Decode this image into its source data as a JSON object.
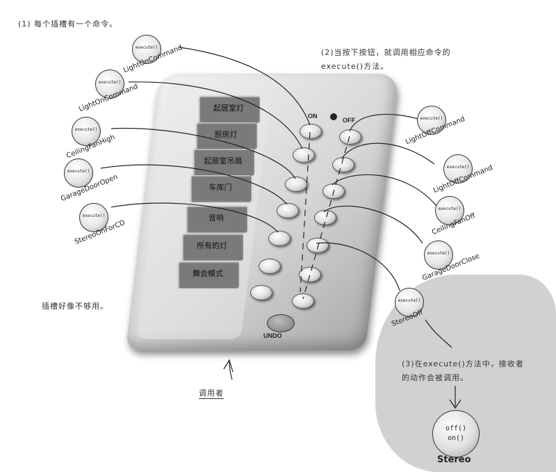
{
  "notes": {
    "note1": "(1) 每个插槽有一个命令。",
    "note2_line1": "(2)当按下按钮，就调用相应命令的",
    "note2_line2": "execute()方法。",
    "note3_line1": "(3)在execute()方法中，接收者",
    "note3_line2": "的动作会被调用。",
    "unused_slots": "插槽好像不够用。",
    "invoker": "调用者"
  },
  "remote": {
    "on_label": "ON",
    "off_label": "OFF",
    "undo_label": "UNDO",
    "slots": [
      "起居室灯",
      "厨房灯",
      "起居室吊扇",
      "车库门",
      "音响",
      "所有的灯",
      "舞会模式"
    ]
  },
  "commands_left": [
    {
      "method": "execute()",
      "name": "LightOnCommand"
    },
    {
      "method": "execute()",
      "name": "LightOnCommand"
    },
    {
      "method": "execute()",
      "name": "CeilingFanHigh"
    },
    {
      "method": "execute()",
      "name": "GarageDoorOpen"
    },
    {
      "method": "execute()",
      "name": "StereoOnForCD"
    }
  ],
  "commands_right": [
    {
      "method": "execute()",
      "name": "LightOffCommand"
    },
    {
      "method": "execute()",
      "name": "LightOffCommand"
    },
    {
      "method": "execute()",
      "name": "CeilingFanOff"
    },
    {
      "method": "execute()",
      "name": "GarageDoorClose"
    },
    {
      "method": "execute()",
      "name": "StereoOff"
    }
  ],
  "receiver": {
    "method1": "off()",
    "method2": "on()",
    "name": "Stereo"
  }
}
